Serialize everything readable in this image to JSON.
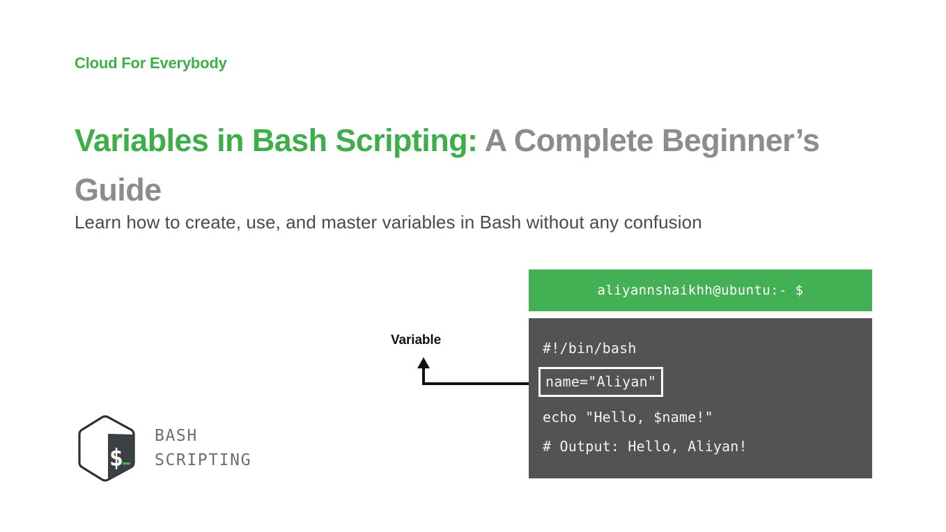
{
  "brand": {
    "name": "Cloud For Everybody",
    "color": "#3FAE4A"
  },
  "title": {
    "highlight": "Variables in Bash Scripting:",
    "rest": " A Complete Beginner’s Guide",
    "highlight_color": "#3FAE4A",
    "rest_color": "#8c8c8c"
  },
  "subtitle": {
    "text": "Learn how to create, use, and master variables in Bash without any confusion",
    "color": "#4a4a4a"
  },
  "terminal": {
    "prompt": "aliyannshaikhh@ubuntu:- $",
    "bar_color": "#43B153",
    "body_color": "#535353",
    "text_color": "#f2f2f2",
    "lines": [
      {
        "text": "#!/bin/bash",
        "boxed": false
      },
      {
        "text": "name=\"Aliyan\"",
        "boxed": true
      },
      {
        "text": "echo \"Hello, $name!\"",
        "boxed": false
      },
      {
        "text": "",
        "boxed": false
      },
      {
        "text": "# Output: Hello, Aliyan!",
        "boxed": false
      }
    ]
  },
  "annotation": {
    "label": "Variable",
    "color": "#111111",
    "arrow_icon": "elbow-arrow-up-icon"
  },
  "logo": {
    "icon": "bash-cube-icon",
    "glyph": "$",
    "line1": "BASH",
    "line2": "SCRIPTING",
    "text_color": "#6e6e6e",
    "accent_color": "#4CAF50",
    "panel_color": "#3a4044"
  }
}
